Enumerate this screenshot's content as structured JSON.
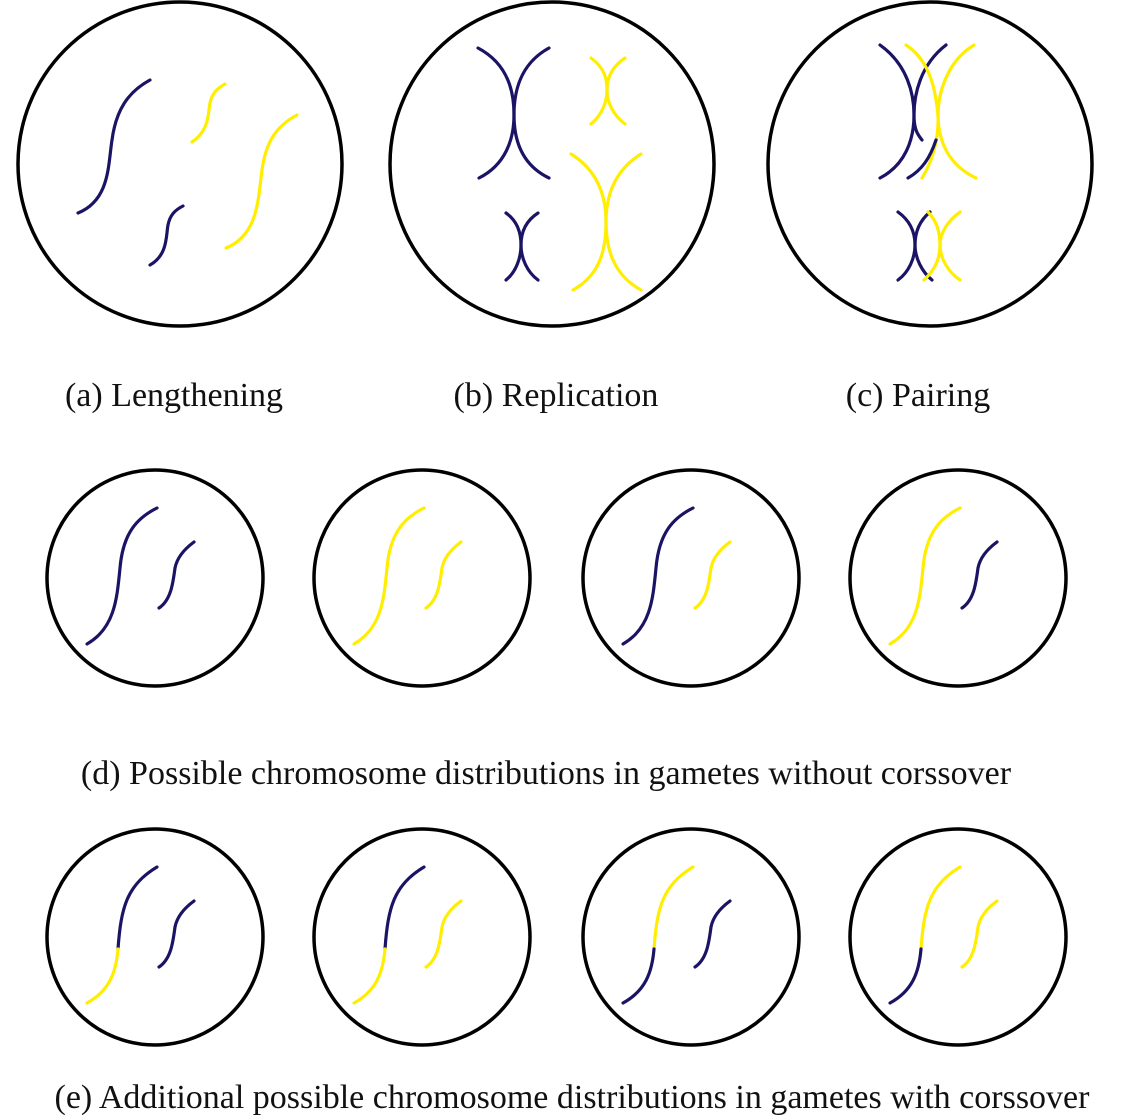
{
  "colors": {
    "maternal": "#1b1464",
    "paternal": "#ffee00",
    "membrane": "#000000",
    "text": "#111111"
  },
  "captions": {
    "a": "(a) Lengthening",
    "b": "(b) Replication",
    "c": "(c) Pairing",
    "d": "(d) Possible chromosome distributions in gametes without corssover",
    "e": "(e) Additional possible chromosome distributions in gametes with corssover"
  },
  "gametes": {
    "no_crossover": [
      {
        "long": "maternal",
        "short": "maternal"
      },
      {
        "long": "paternal",
        "short": "paternal"
      },
      {
        "long": "maternal",
        "short": "paternal"
      },
      {
        "long": "paternal",
        "short": "maternal"
      }
    ],
    "with_crossover": [
      {
        "long_top": "maternal",
        "long_bottom": "paternal",
        "short": "maternal"
      },
      {
        "long_top": "maternal",
        "long_bottom": "paternal",
        "short": "paternal"
      },
      {
        "long_top": "paternal",
        "long_bottom": "maternal",
        "short": "maternal"
      },
      {
        "long_top": "paternal",
        "long_bottom": "maternal",
        "short": "paternal"
      }
    ]
  }
}
